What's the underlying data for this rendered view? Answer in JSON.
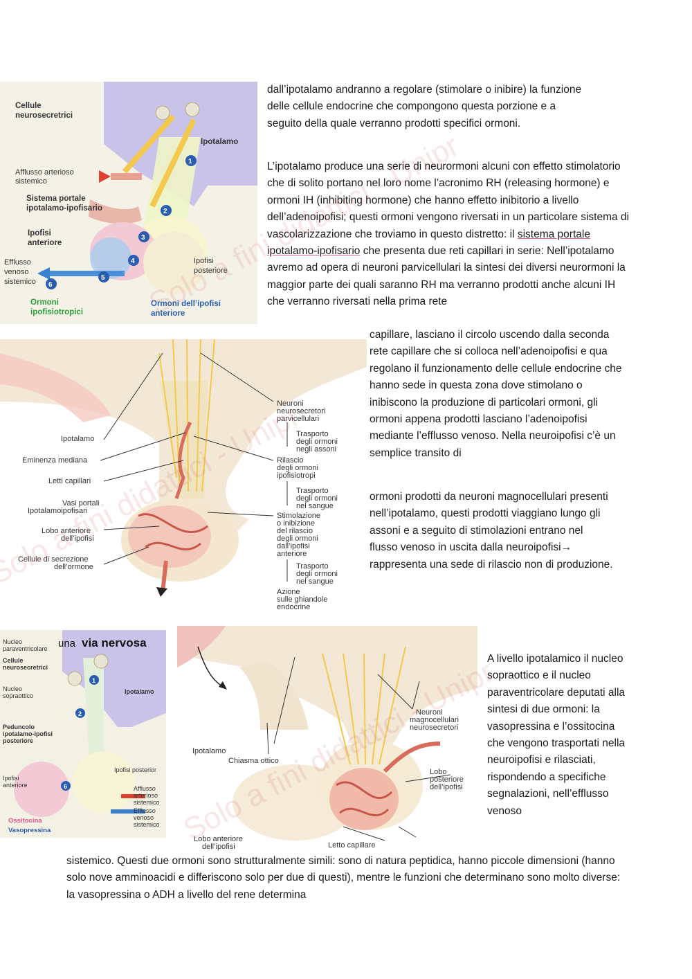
{
  "text": {
    "p1": "dall’ipotalamo andranno a regolare (stimolare o inibire) la funzione delle cellule endocrine che compongono questa porzione e a seguito della quale verranno prodotti specifici ormoni.",
    "p2a": "L’ipotalamo produce una serie di neurormoni alcuni con effetto stimolatorio che di solito portano nel loro nome l’acronimo RH (releasing hormone) e ormoni IH (inhibiting hormone) che hanno effetto inibitorio a livello dell’adenoipofisi; questi ormoni vengono riversati in un particolare sistema di vascolarizzazione che troviamo in questo distretto: il ",
    "p2_link": "sistema portale ipotalamo-ipofisario",
    "p2b": " che presenta due reti capillari in serie: Nell’ipotalamo avremo ad opera di neuroni parvicellulari la sintesi dei diversi neurormoni la maggior parte dei quali saranno RH ma verranno prodotti anche alcuni IH  che verranno riversati nella prima rete",
    "p3": "capillare, lasciano il circolo uscendo dalla seconda rete capillare che si colloca nell’adenoipofisi e qua regolano il funzionamento delle cellule endocrine che hanno sede in questa zona dove stimolano o inibiscono la produzione di particolari ormoni, gli ormoni appena prodotti lasciano l’adenoipofisi mediante l’efflusso venoso. Nella neuroipofisi c’è un semplice transito di",
    "p4": "ormoni prodotti da neuroni magnocellulari presenti nell’ipotalamo, questi prodotti viaggiano lungo gli assoni e a seguito di stimolazioni entrano nel flusso venoso in uscita dalla neuroipofisi→ rappresenta una sede di rilascio non di produzione.",
    "p5": "A livello ipotalamico il nucleo sopraottico e il nucleo paraventricolare deputati alla sintesi di due ormoni: la vasopressina e l’ossitocina che vengono trasportati nella neuroipofisi e rilasciati, rispondendo a specifiche segnalazioni, nell’efflusso venoso",
    "p6": "sistemico. Questi due ormoni sono strutturalmente simili: sono di natura peptidica, hanno piccole dimensioni (hanno solo nove amminoacidi e differiscono solo per due di questi), mentre le funzioni che determinano sono molto diverse: la vasopressina o ADH a livello del rene determina"
  },
  "fig1": {
    "cellule": "Cellule",
    "neurosecretrici": "neurosecretrici",
    "ipotalamo": "Ipotalamo",
    "afflusso1": "Afflusso arterioso",
    "afflusso2": "sistemico",
    "sistema1": "Sistema portale",
    "sistema2": "ipotalamo-ipofisario",
    "ipofisi_ant1": "Ipofisi",
    "ipofisi_ant2": "anteriore",
    "efflusso1": "Efflusso",
    "efflusso2": "venoso",
    "efflusso3": "sistemico",
    "ipofisi_post1": "Ipofisi",
    "ipofisi_post2": "posteriore",
    "ormoni1": "Ormoni",
    "ormoni2": "ipofisiotropici",
    "ormoni_ant1": "Ormoni dell’ipofisi",
    "ormoni_ant2": "anteriore",
    "n1": "1",
    "n2": "2",
    "n3": "3",
    "n4": "4",
    "n5": "5",
    "n6": "6"
  },
  "fig2": {
    "neuroni1": "Neuroni",
    "neuroni2": "neurosecretori",
    "neuroni3": "parvicellulari",
    "trasporto1a": "Trasporto",
    "trasporto1b": "degli ormoni",
    "trasporto1c": "negli assoni",
    "ipotalamo": "Ipotalamo",
    "eminenza": "Eminenza mediana",
    "letti": "Letti capillari",
    "vasi1": "Vasi portali",
    "vasi2": "Ipotalamoipofisari",
    "lobo1": "Lobo anteriore",
    "lobo2": "dell’ipofisi",
    "cellule1": "Cellule di secrezione",
    "cellule2": "dell’ormone",
    "rilascio1": "Rilascio",
    "rilascio2": "degli ormoni",
    "rilascio3": "ipofisiotropi",
    "trasporto2a": "Trasporto",
    "trasporto2b": "degli ormoni",
    "trasporto2c": "nel sangue",
    "stim1": "Stimolazione",
    "stim2": "o inibizione",
    "stim3": "del rilascio",
    "stim4": "degli ormoni",
    "stim5": "dall’ipofisi",
    "stim6": "anteriore",
    "trasporto3a": "Trasporto",
    "trasporto3b": "degli ormoni",
    "trasporto3c": "nel sangue",
    "azione1": "Azione",
    "azione2": "sulle ghiandole",
    "azione3": "endocrine"
  },
  "fig3": {
    "title_a": "una ",
    "title_b": "via nervosa",
    "nucleo_para1": "Nucleo",
    "nucleo_para2": "paraventricolare",
    "cellule1": "Cellule",
    "cellule2": "neurosecretrici",
    "nucleo_sopra1": "Nucleo",
    "nucleo_sopra2": "sopraottico",
    "ipotalamo": "Ipotalamo",
    "peduncolo1": "Peduncolo",
    "peduncolo2": "ipotalamo-ipofisi",
    "peduncolo3": "posteriore",
    "ipofisi_post": "Ipofisi posterior",
    "ipofisi_ant1": "Ipofisi",
    "ipofisi_ant2": "anteriore",
    "afflusso1": "Afflusso",
    "afflusso2": "arterioso",
    "afflusso3": "sistemico",
    "efflusso1": "Efflusso",
    "efflusso2": "venoso",
    "efflusso3": "sistemico",
    "ossitocina": "Ossitocina",
    "vasopressina": "Vasopressina",
    "n1": "1",
    "n2": "2",
    "n6": "6"
  },
  "fig4": {
    "neuroni1": "Neuroni",
    "neuroni2": "magnocellulari",
    "neuroni3": "neurosecretori",
    "ipotalamo": "Ipotalamo",
    "chiasma": "Chiasma ottico",
    "lobo_post1": "Lobo",
    "lobo_post2": "posteriore",
    "lobo_post3": "dell’ipofisi",
    "lobo_ant1": "Lobo anteriore",
    "lobo_ant2": "dell’ipofisi",
    "letto": "Letto capillare"
  },
  "watermark": "Solo a fini didattici - Unipr",
  "colors": {
    "text": "#1a1a1a",
    "vessel": "#e07a6a",
    "nerve": "#f2c94c",
    "hypothalamus": "#c9c3ea",
    "pituitary": "#f5e3c8",
    "venous": "#3b7fd0",
    "badge": "#2a5db0"
  }
}
